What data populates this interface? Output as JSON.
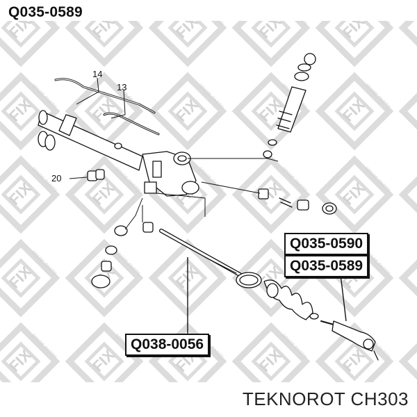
{
  "header": {
    "part_number": "Q035-0589"
  },
  "callouts": {
    "c14": "14",
    "c13": "13",
    "c20": "20"
  },
  "part_boxes": {
    "top": "Q035-0590",
    "middle": "Q035-0589",
    "bottom": "Q038-0056"
  },
  "footer": {
    "text": "TEKNOROT CH303"
  },
  "watermark": {
    "brand": "FIX",
    "tagline": "SPARE PARTS"
  },
  "colors": {
    "line": "#111111",
    "watermark": "#d9d9d9",
    "background": "#ffffff"
  }
}
